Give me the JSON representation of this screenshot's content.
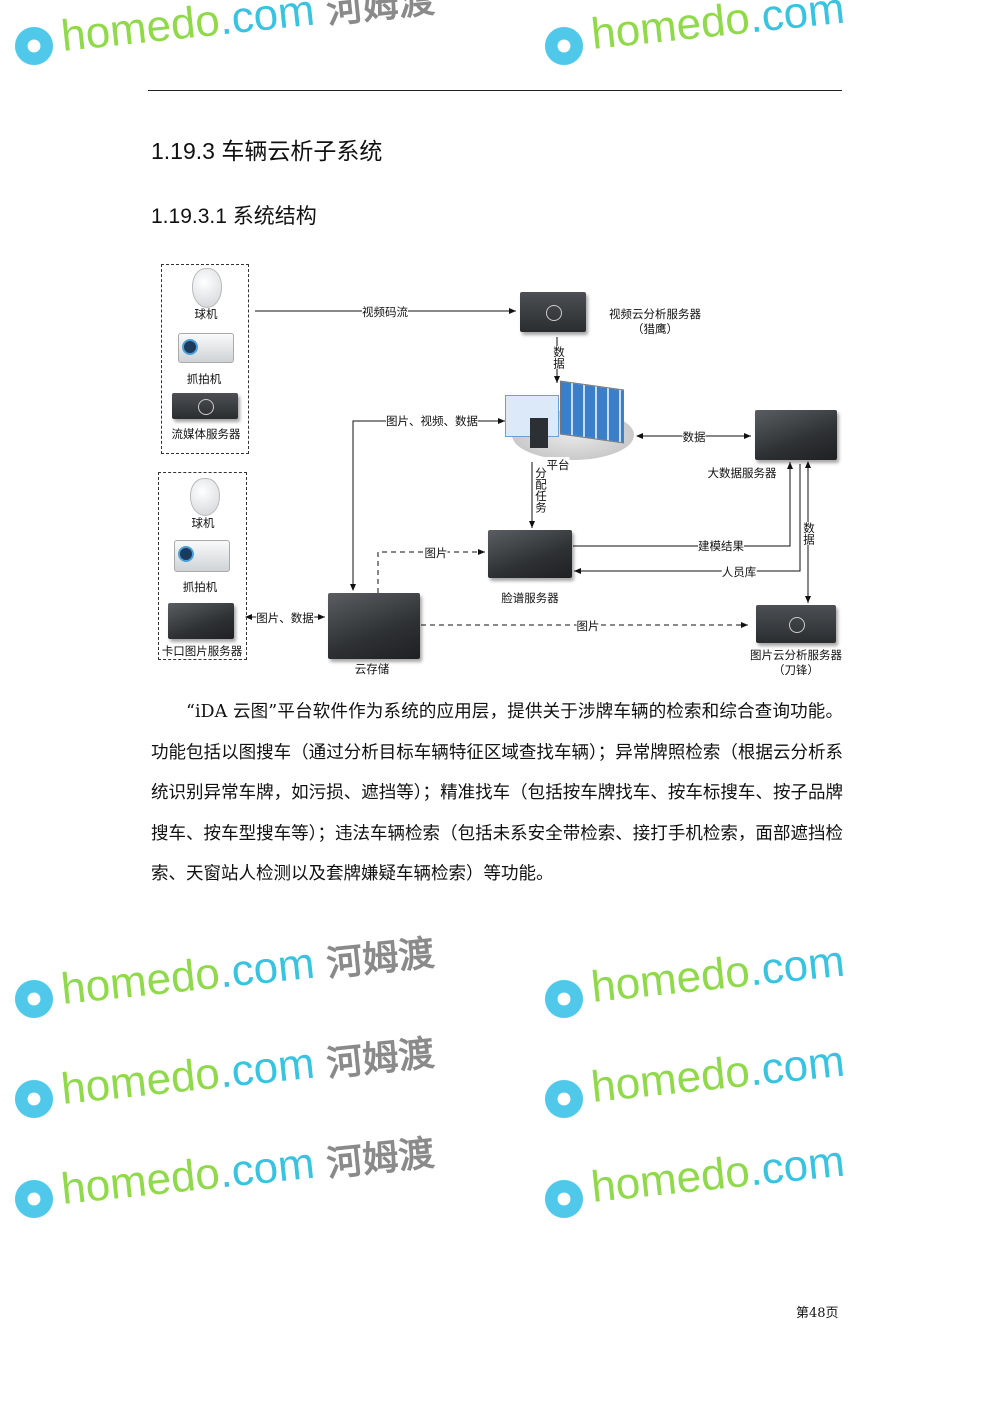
{
  "header": {
    "heading_1": "1.19.3 车辆云析子系统",
    "heading_2": "1.19.3.1 系统结构"
  },
  "diagram": {
    "group1": {
      "dome": "球机",
      "capture": "抓拍机",
      "media_server": "流媒体服务器"
    },
    "group2": {
      "dome": "球机",
      "capture": "抓拍机",
      "checkpoint_server": "卡口图片服务器"
    },
    "video_server": {
      "name": "视频云分析服务器",
      "sub": "（猎鹰）"
    },
    "platform": "平台",
    "bigdata_server": "大数据服务器",
    "face_server": "脸谱服务器",
    "cloud_storage": "云存储",
    "picture_server": {
      "name": "图片云分析服务器",
      "sub": "（刀锋）"
    },
    "edges": {
      "video_stream": "视频码流",
      "data_video_to_platform": "数据",
      "pic_video_data": "图片、视频、数据",
      "platform_bigdata": "数据",
      "assign_task": "分配任务",
      "pic_to_face": "图片",
      "model_result": "建模结果",
      "person_db": "人员库",
      "bigdata_picture": "数据",
      "pic_data": "图片、数据",
      "pic_to_picserver": "图片"
    }
  },
  "body_text": "“iDA 云图”平台软件作为系统的应用层，提供关于涉牌车辆的检索和综合查询功能。功能包括以图搜车（通过分析目标车辆特征区域查找车辆）；异常牌照检索（根据云分析系统识别异常车牌，如污损、遮挡等）；精准找车（包括按车牌找车、按车标搜车、按子品牌搜车、按车型搜车等）；违法车辆检索（包括未系安全带检索、接打手机检索，面部遮挡检索、天窗站人检测以及套牌嫌疑车辆检索）等功能。",
  "footer": {
    "page_number": "第48页"
  },
  "watermark": {
    "site_a": "home",
    "site_b": "do",
    "site_c": ".com",
    "brand": "河姆渡"
  }
}
